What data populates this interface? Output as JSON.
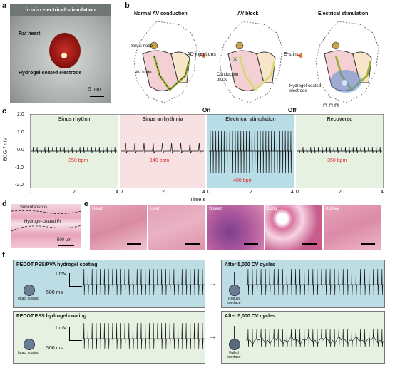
{
  "panel_a": {
    "letter": "a",
    "title_prefix": "in vivo",
    "title_suffix": "electrical stimulation",
    "label_heart": "Rat heart",
    "label_electrode": "Hydrogel-coated electrode",
    "scale": "5 mm"
  },
  "panel_b": {
    "letter": "b",
    "titles": [
      "Normal AV conduction",
      "AV block",
      "Electrical stimulation"
    ],
    "sinus_node": "Sinus node",
    "av_node": "AV node",
    "conduction_block": "Conduction block",
    "ad_injections": "AD injections",
    "estim": "E-stim.",
    "electrode": "Hydrogel-coated electrode"
  },
  "panel_c": {
    "letter": "c",
    "on": "On",
    "off": "Off",
    "ylabel": "ECG / mV",
    "xlabel": "Time s",
    "segments": [
      {
        "label": "Sinus rhythm",
        "bpm": "~350  bpm",
        "color": "#e6f1e1"
      },
      {
        "label": "Sinus arrhythmia",
        "bpm": "~140  bpm",
        "color": "#f8e1e3"
      },
      {
        "label": "Electrical stimulation",
        "bpm": "~480  bpm",
        "color": "#b9dde6"
      },
      {
        "label": "Recovered",
        "bpm": "~350  bpm",
        "color": "#e6f1e1"
      }
    ],
    "yticks": [
      "2.0",
      "1.0",
      "0.0",
      "-1.0",
      "-2.0"
    ],
    "xticks": [
      "0",
      "2",
      "4"
    ]
  },
  "panel_d": {
    "letter": "d",
    "label_top": "Subcutaneous",
    "label_mid": "Hydrogel-coated Pt",
    "scale": "500 μm"
  },
  "panel_e": {
    "letter": "e",
    "tissues": [
      "Heart",
      "Liver",
      "Spleen",
      "Lung",
      "Kidney"
    ]
  },
  "panel_f": {
    "letter": "f",
    "rows": [
      {
        "title": "PEDOT:PSS/PVA hydrogel coating",
        "state": "Intact coating",
        "after": "After 5,000 CV cycles",
        "after_state": "Robust interface"
      },
      {
        "title": "PEDOT:PSS hydrogel coating",
        "state": "Intact coating",
        "after": "After 5,000 CV cycles",
        "after_state": "Failed interface"
      }
    ],
    "scale_v": "1 mV",
    "scale_t": "500 ms"
  }
}
